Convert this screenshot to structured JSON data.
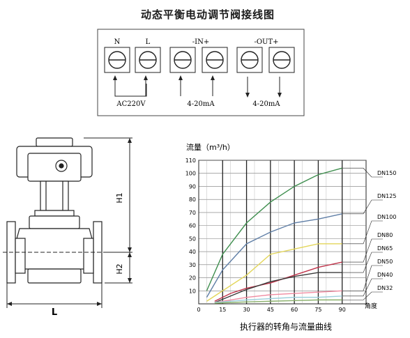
{
  "wiring": {
    "title": "动态平衡电动调节阀接线图",
    "terminals": [
      {
        "label": "N",
        "arrow": "in"
      },
      {
        "label": "L",
        "arrow": "in"
      },
      {
        "label": "",
        "arrow": "in"
      },
      {
        "label": "",
        "arrow": "in"
      },
      {
        "label": "",
        "arrow": "out"
      },
      {
        "label": "",
        "arrow": "out"
      }
    ],
    "group_labels": [
      "-IN+",
      "-OUT+"
    ],
    "power_label": "AC220V",
    "in_signal_label": "4-20mA",
    "out_signal_label": "4-20mA"
  },
  "drawing": {
    "h1_label": "H1",
    "h2_label": "H2",
    "l_label": "L"
  },
  "chart_data": {
    "type": "line",
    "title": "执行器的转角与流量曲线",
    "ylabel": "流量（m³/h）",
    "xlabel": "角度",
    "xlim": [
      0,
      105
    ],
    "ylim": [
      0,
      110
    ],
    "xticks": [
      0,
      15,
      30,
      45,
      60,
      75,
      90
    ],
    "yticks": [
      10,
      20,
      30,
      40,
      50,
      60,
      70,
      80,
      90,
      100,
      110
    ],
    "grid": true,
    "series": [
      {
        "name": "DN150",
        "color": "#3e8e4e",
        "x": [
          5,
          15,
          30,
          45,
          60,
          75,
          90
        ],
        "y": [
          10,
          38,
          62,
          78,
          90,
          99,
          104
        ]
      },
      {
        "name": "DN125",
        "color": "#5f7ea6",
        "x": [
          5,
          15,
          30,
          45,
          60,
          75,
          90
        ],
        "y": [
          5,
          26,
          46,
          55,
          62,
          65,
          69
        ]
      },
      {
        "name": "DN100",
        "color": "#e3d65a",
        "x": [
          5,
          15,
          30,
          45,
          60,
          75,
          90
        ],
        "y": [
          2,
          10,
          22,
          38,
          42,
          46,
          46
        ]
      },
      {
        "name": "DN80",
        "color": "#c0334a",
        "x": [
          10,
          20,
          30,
          45,
          60,
          75,
          90
        ],
        "y": [
          2,
          8,
          12,
          16,
          22,
          28,
          32
        ]
      },
      {
        "name": "DN65",
        "color": "#3a3a3a",
        "x": [
          10,
          20,
          30,
          45,
          60,
          75,
          90
        ],
        "y": [
          1,
          6,
          11,
          17,
          21,
          24,
          24
        ]
      },
      {
        "name": "DN50",
        "color": "#f08aa0",
        "x": [
          10,
          20,
          30,
          45,
          60,
          75,
          90
        ],
        "y": [
          1,
          3,
          5,
          7,
          8,
          9,
          10
        ]
      },
      {
        "name": "DN40",
        "color": "#9fd0dc",
        "x": [
          10,
          20,
          30,
          45,
          60,
          75,
          90
        ],
        "y": [
          1,
          2,
          3,
          4,
          5,
          5,
          6
        ]
      },
      {
        "name": "DN32",
        "color": "#8ab06a",
        "x": [
          10,
          20,
          30,
          45,
          60,
          75,
          90
        ],
        "y": [
          0.5,
          1,
          1.5,
          2,
          2.5,
          3,
          3
        ]
      }
    ]
  }
}
